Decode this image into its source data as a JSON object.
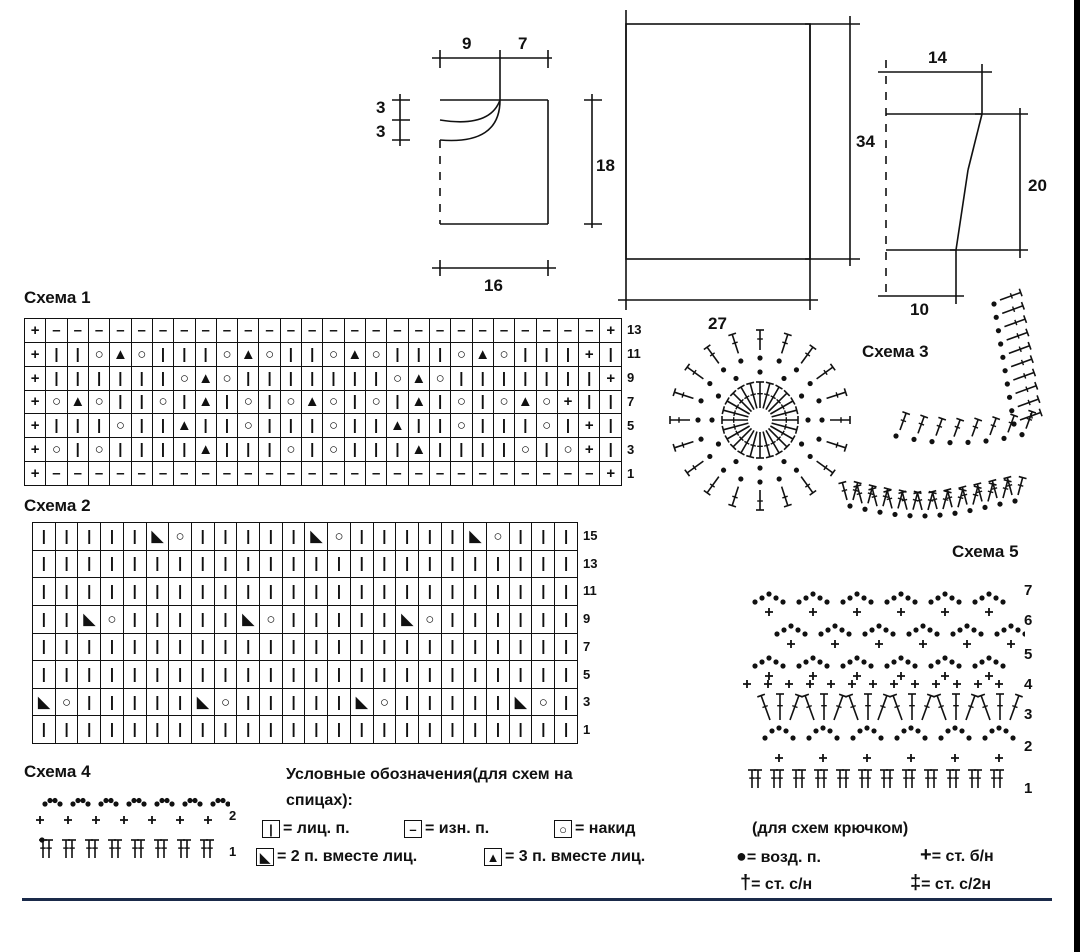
{
  "pattern_pieces": {
    "front": {
      "dims": [
        "9",
        "7",
        "3",
        "3",
        "18",
        "16"
      ]
    },
    "back": {
      "dims": [
        "34",
        "27"
      ]
    },
    "sleeve": {
      "dims": [
        "14",
        "20",
        "10"
      ]
    }
  },
  "schemes": {
    "s1": {
      "title": "Схема 1",
      "rows": [
        "13",
        "11",
        "9",
        "7",
        "5",
        "3",
        "1"
      ]
    },
    "s2": {
      "title": "Схема 2",
      "rows": [
        "15",
        "13",
        "11",
        "9",
        "7",
        "5",
        "3",
        "1"
      ]
    },
    "s3": {
      "title": "Схема 3"
    },
    "s4": {
      "title": "Схема 4",
      "rows": [
        "2",
        "1"
      ]
    },
    "s5": {
      "title": "Схема 5",
      "rows": [
        "7",
        "6",
        "5",
        "4",
        "3",
        "2",
        "1"
      ]
    }
  },
  "legend_knit": {
    "title_line1": "Условные обозначения(для схем на",
    "title_line2": "спицах):",
    "knit": "= лиц. п.",
    "purl": "= изн. п.",
    "yo": "= накид",
    "k2tog": "= 2 п. вместе лиц.",
    "k3tog": "= 3 п. вместе лиц."
  },
  "legend_crochet": {
    "title": "(для схем крючком)",
    "ch": "= возд. п.",
    "dc": "= ст. с/н",
    "sc": "= ст. б/н",
    "tr": "= ст. с/2н"
  },
  "scheme1_rows": [
    "+--------------------------+",
    "+||O▲O|||O▲O||O▲O|||O▲O|||+",
    "+||||||O▲O|||||||O▲O|||||||+",
    "+O▲O||O|▲|O|O▲O|O|▲|O|O▲O+",
    "+|||O||▲||O|||O||▲||O|||O|+",
    "+O|O||||▲|||O|O|||▲||||O|O+",
    "+--------------------------+"
  ],
  "scheme2_rows": [
    "|||||◣O|||||◣O|||||◣O|||",
    "||||||||||||||||||||||||",
    "||||||||||||||||||||||||",
    "||◣O|||||◣O|||||◣O||||||",
    "||||||||||||||||||||||||",
    "||||||||||||||||||||||||",
    "◣O|||||◣O|||||◣O|||||◣O|",
    "||||||||||||||||||||||||"
  ]
}
